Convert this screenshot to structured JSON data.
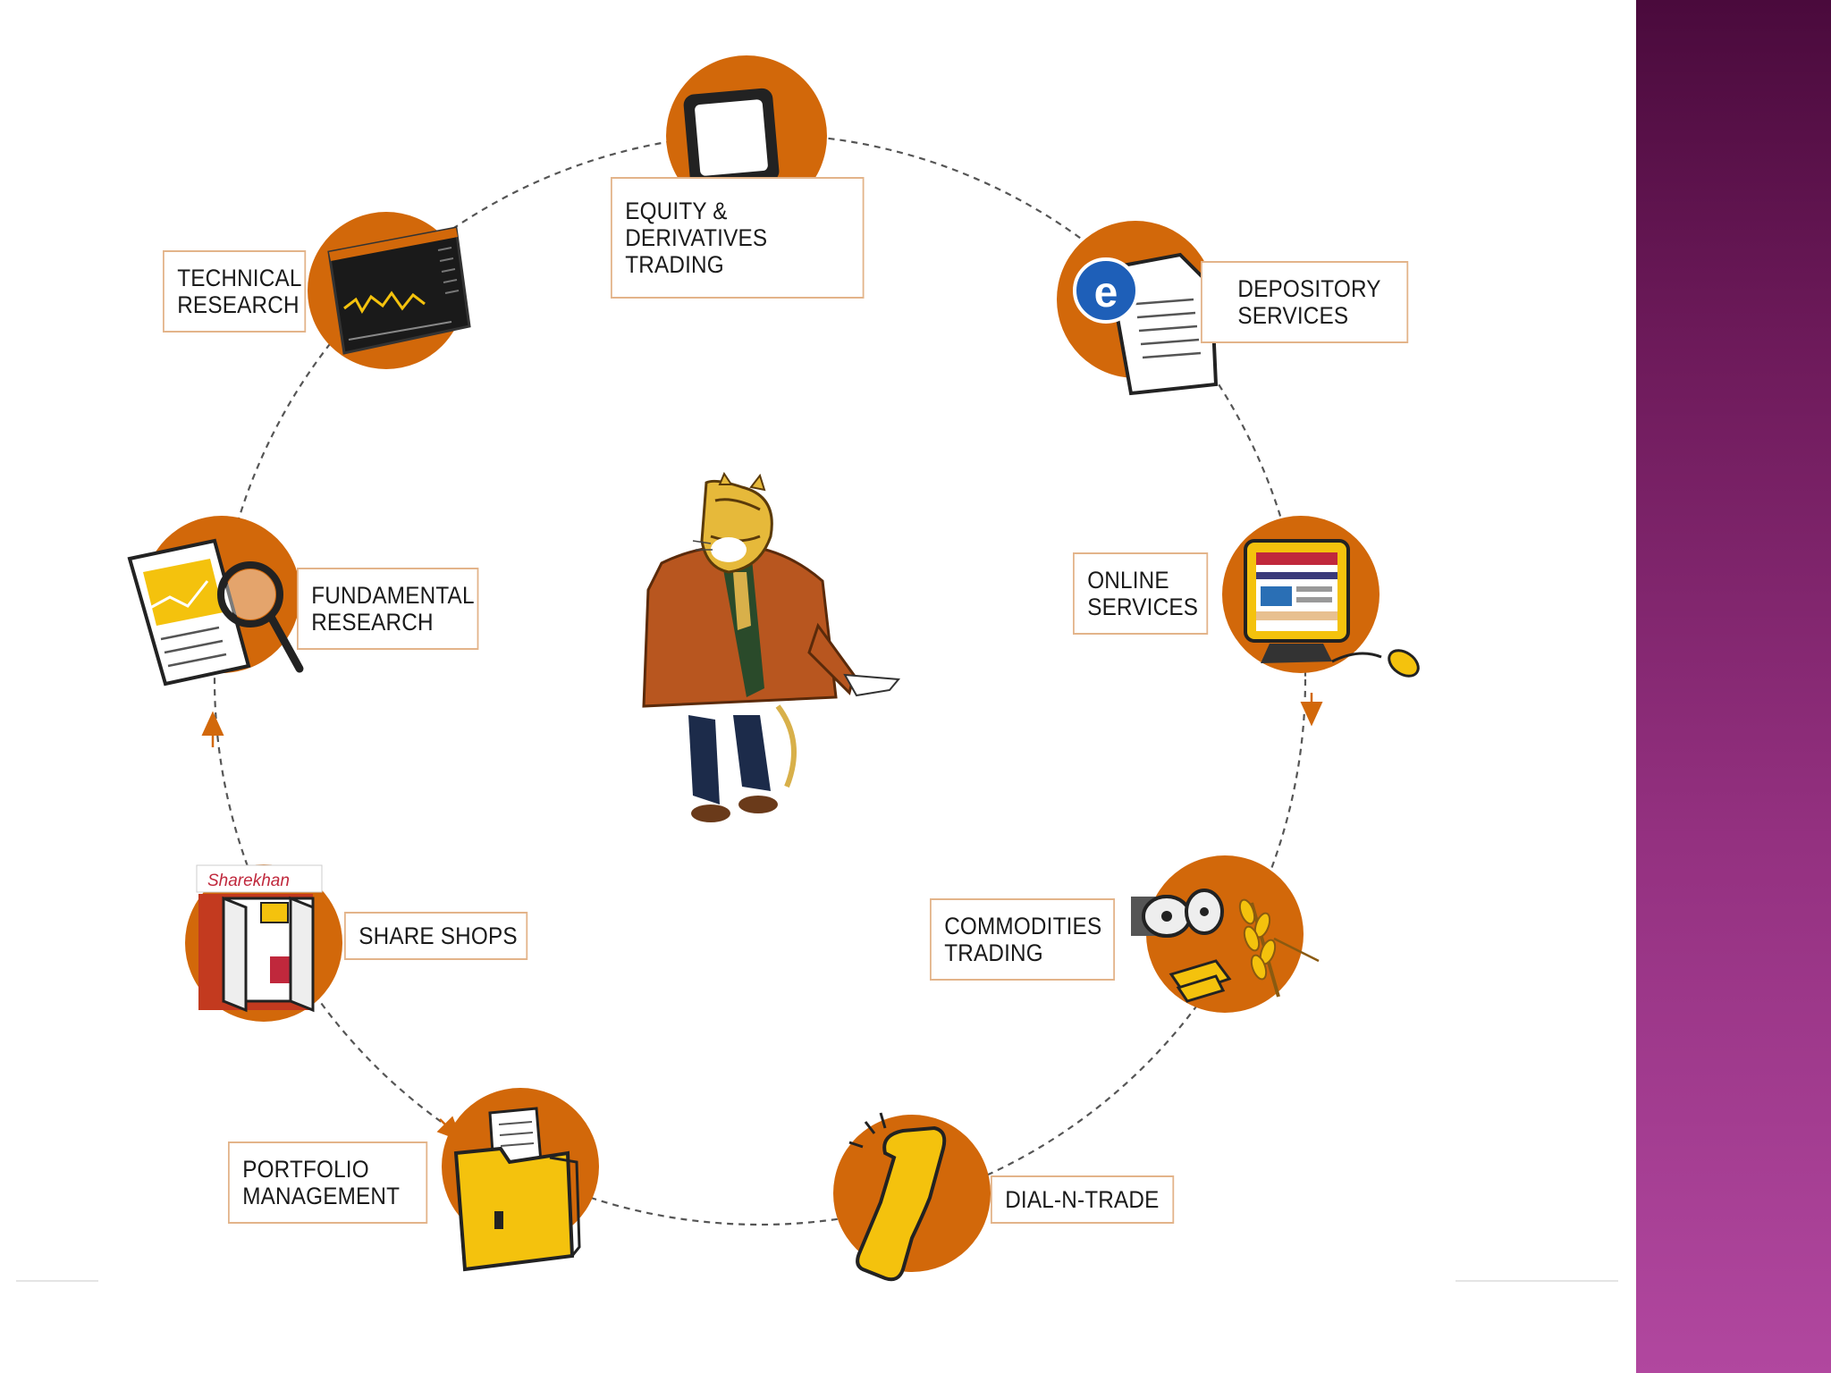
{
  "diagram": {
    "nodes": [
      {
        "id": "equity",
        "label": "EQUITY & DERIVATIVES\nTRADING",
        "icon": "computer-monitor-icon"
      },
      {
        "id": "depository",
        "label": "DEPOSITORY\nSERVICES",
        "icon": "e-document-icon"
      },
      {
        "id": "online",
        "label": "ONLINE\nSERVICES",
        "icon": "web-monitor-icon"
      },
      {
        "id": "commodities",
        "label": "COMMODITIES\nTRADING",
        "icon": "commodities-icon"
      },
      {
        "id": "dial",
        "label": "DIAL-N-TRADE",
        "icon": "telephone-handset-icon"
      },
      {
        "id": "portfolio",
        "label": "PORTFOLIO\nMANAGEMENT",
        "icon": "folder-icon"
      },
      {
        "id": "shops",
        "label": "SHARE SHOPS",
        "icon": "share-shop-icon"
      },
      {
        "id": "fundamental",
        "label": "FUNDAMENTAL\nRESEARCH",
        "icon": "magnifier-report-icon"
      },
      {
        "id": "technical",
        "label": "TECHNICAL\nRESEARCH",
        "icon": "chart-screen-icon"
      }
    ],
    "shop_sign": "Sharekhan",
    "mascot": "tiger-mascot-icon",
    "colors": {
      "circle": "#d2680a",
      "label_border": "#e3b48a",
      "icon_yellow": "#f4c20d",
      "band_top": "#4a0a3c",
      "band_bottom": "#b1479f"
    }
  }
}
